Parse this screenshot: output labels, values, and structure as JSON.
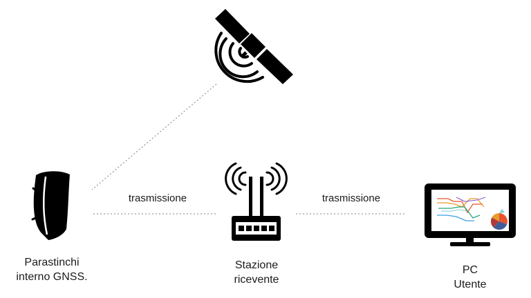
{
  "nodes": {
    "shin_guard": {
      "line1": "Parastinchi",
      "line2": "interno GNSS."
    },
    "station": {
      "line1": "Stazione",
      "line2": "ricevente"
    },
    "pc": {
      "line1": "PC",
      "line2": "Utente"
    }
  },
  "links": {
    "left": {
      "label": "trasmissione"
    },
    "right": {
      "label": "trasmissione"
    }
  },
  "colors": {
    "icon": "#000000",
    "link": "#9a9a9a",
    "text": "#1a1a1a"
  }
}
